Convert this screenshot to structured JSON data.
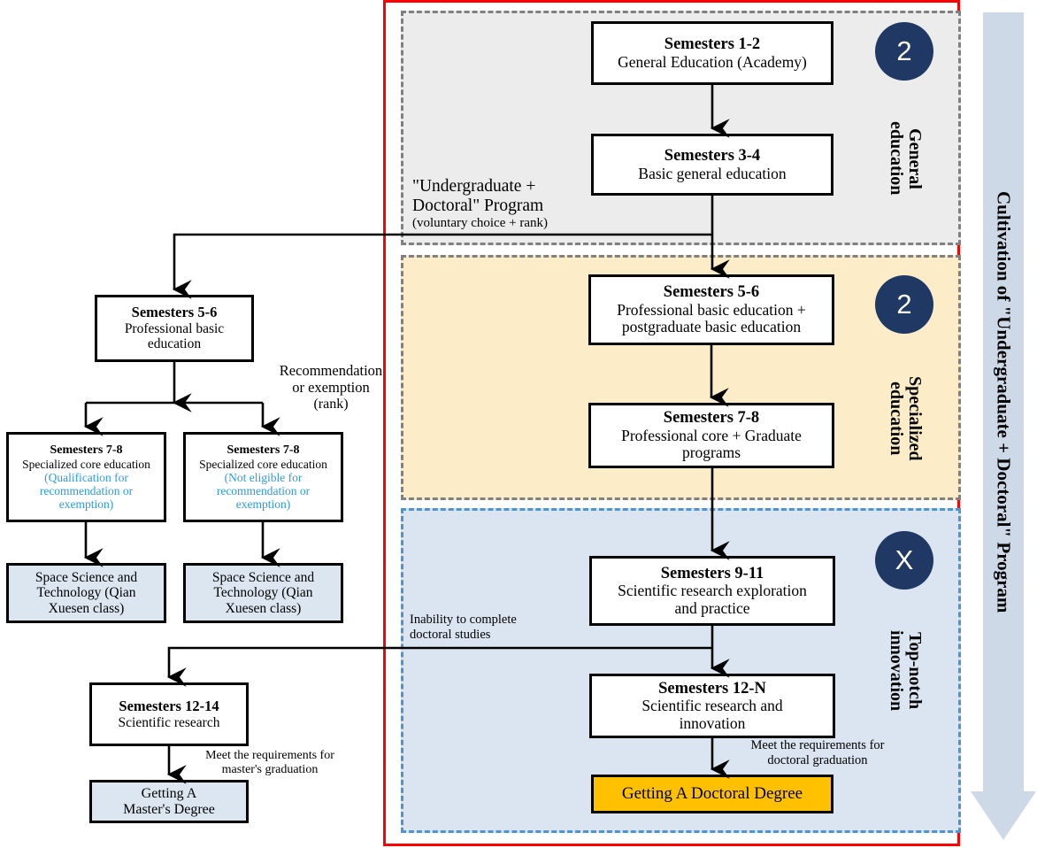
{
  "diagram": {
    "title": "Cultivation of \"Undergraduate + Doctoral\" Program",
    "colors": {
      "red_frame": "#ff0000",
      "badge_navy": "#1f3864",
      "panel_gray": "#ececec",
      "panel_yellow": "#fcecc8",
      "panel_blue": "#dbe5f1",
      "box_lightblue": "#dce6f1",
      "box_gold": "#ffc000",
      "note_blue_text": "#2e9be0",
      "arrow_gray_blue": "#ced9e8"
    }
  },
  "stages": [
    {
      "badge": "2",
      "label": "General\neducation",
      "label_line1": "General",
      "label_line2": "education"
    },
    {
      "badge": "2",
      "label": "Specialized\neducation",
      "label_line1": "Specialized",
      "label_line2": "education"
    },
    {
      "badge": "X",
      "label": "Top-notch\ninnovation",
      "label_line1": "Top-notch",
      "label_line2": "innovation"
    }
  ],
  "program_note": {
    "line1": "\"Undergraduate +",
    "line2": "Doctoral\" Program",
    "sub": "(voluntary choice + rank)"
  },
  "recommendation_note": {
    "line1": "Recommendation",
    "line2": "or exemption",
    "sub": "(rank)"
  },
  "inability_note": {
    "line1": "Inability to complete",
    "line2": "doctoral studies"
  },
  "main_track": [
    {
      "title": "Semesters 1-2",
      "desc1": "General Education (Academy)",
      "desc2": ""
    },
    {
      "title": "Semesters 3-4",
      "desc1": "Basic general education",
      "desc2": ""
    },
    {
      "title": "Semesters 5-6",
      "desc1": "Professional basic education +",
      "desc2": "postgraduate basic education"
    },
    {
      "title": "Semesters 7-8",
      "desc1": "Professional core + Graduate",
      "desc2": "programs"
    },
    {
      "title": "Semesters 9-11",
      "desc1": "Scientific research exploration",
      "desc2": "and practice"
    },
    {
      "title": "Semesters 12-N",
      "desc1": "Scientific research and",
      "desc2": "innovation"
    }
  ],
  "doctoral_outcome": {
    "label": "Getting A Doctoral Degree",
    "edge_label_line1": "Meet the requirements for",
    "edge_label_line2": "doctoral graduation"
  },
  "left_track": {
    "sem56": {
      "title": "Semesters 5-6",
      "desc1": "Professional basic",
      "desc2": "education"
    },
    "sem78_left": {
      "title": "Semesters 7-8",
      "desc1": "Specialized core education",
      "note1": "(Qualification for",
      "note2": "recommendation or",
      "note3": "exemption)"
    },
    "sem78_right": {
      "title": "Semesters 7-8",
      "desc1": "Specialized core education",
      "note1": "(Not eligible for",
      "note2": "recommendation or",
      "note3": "exemption)"
    },
    "qianxuesen_left": {
      "l1": "Space Science and",
      "l2": "Technology (Qian",
      "l3": "Xuesen class)"
    },
    "qianxuesen_right": {
      "l1": "Space Science and",
      "l2": "Technology (Qian",
      "l3": "Xuesen class)"
    },
    "sem1214": {
      "title": "Semesters 12-14",
      "desc1": "Scientific research"
    },
    "master_outcome": {
      "l1": "Getting A",
      "l2": "Master's Degree",
      "edge_label_line1": "Meet the requirements for",
      "edge_label_line2": "master's graduation"
    }
  }
}
